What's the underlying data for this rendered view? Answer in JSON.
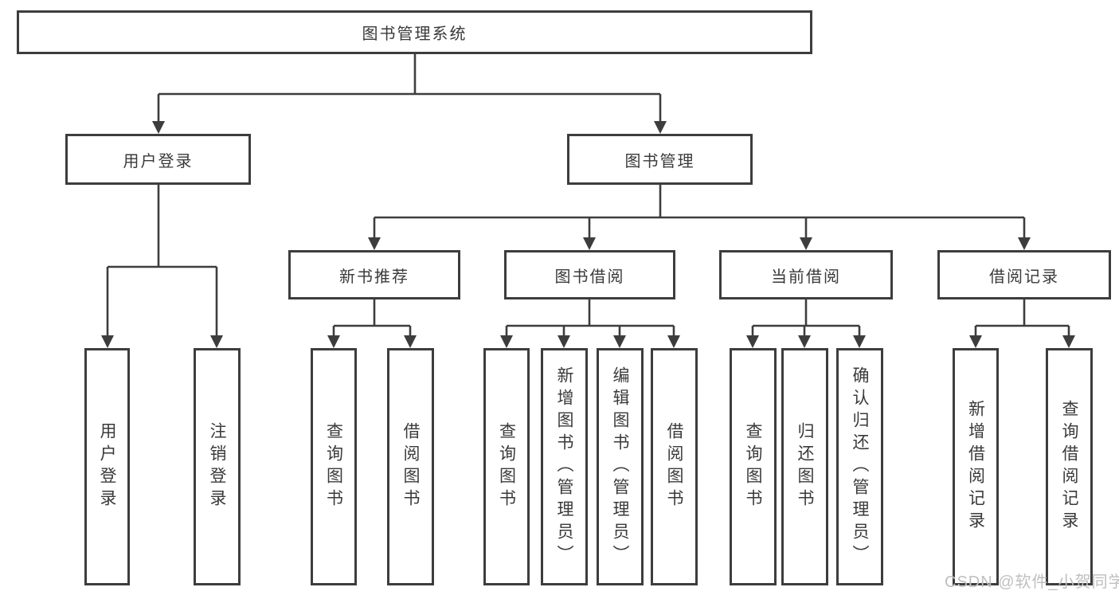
{
  "tree": {
    "root": {
      "label": "图书管理系统",
      "children": [
        {
          "label": "用户登录",
          "children": [
            {
              "label": "用户登录"
            },
            {
              "label": "注销登录"
            }
          ]
        },
        {
          "label": "图书管理",
          "children": [
            {
              "label": "新书推荐",
              "children": [
                {
                  "label": "查询图书"
                },
                {
                  "label": "借阅图书"
                }
              ]
            },
            {
              "label": "图书借阅",
              "children": [
                {
                  "label": "查询图书"
                },
                {
                  "label": "新增图书（管理员）"
                },
                {
                  "label": "编辑图书（管理员）"
                },
                {
                  "label": "借阅图书"
                }
              ]
            },
            {
              "label": "当前借阅",
              "children": [
                {
                  "label": "查询图书"
                },
                {
                  "label": "归还图书"
                },
                {
                  "label": "确认归还（管理员）"
                }
              ]
            },
            {
              "label": "借阅记录",
              "children": [
                {
                  "label": "新增借阅记录"
                },
                {
                  "label": "查询借阅记录"
                }
              ]
            }
          ]
        }
      ]
    }
  },
  "watermark": "CSDN @软件_小贺同学",
  "colors": {
    "line": "#3d3d3d",
    "text": "#3a3a3a",
    "box_background": "#ffffff",
    "page_background": "#ffffff",
    "watermark": "#bfbfbf"
  }
}
